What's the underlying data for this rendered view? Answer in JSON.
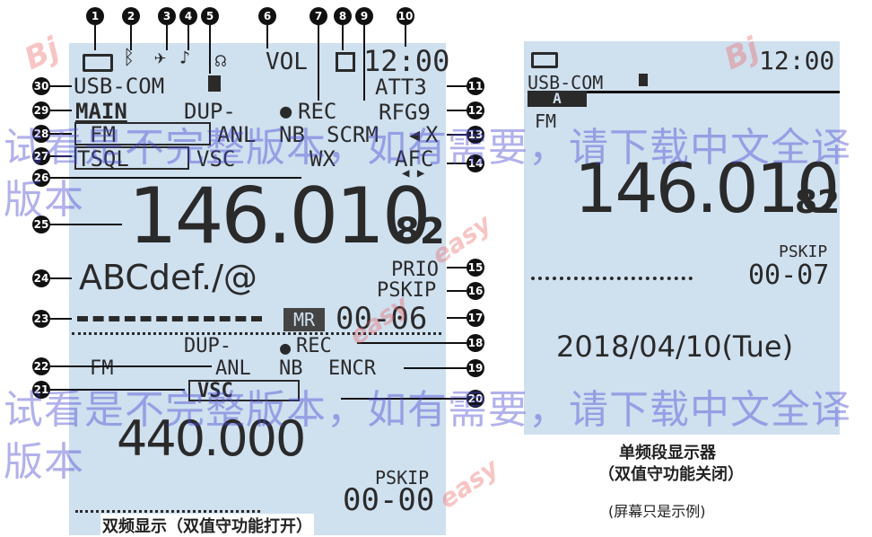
{
  "dual": {
    "status_bar": {
      "battery_icon": "battery-icon",
      "bluetooth_icon": "bluetooth-icon",
      "gps_icon": "gps-icon",
      "sound_icon": "sound-icon",
      "sd_icon": "sd-card-icon",
      "vol_icon": "headphone-icon",
      "vol": "VOL",
      "timer_icon": "timer-icon",
      "time": "12:00"
    },
    "usb": "USB-COM",
    "att": "ATT3",
    "main": "MAIN",
    "dup_top": "DUP-",
    "rec_top": "REC",
    "rfg": "RFG9",
    "mode_top": "FM",
    "anl_top": "ANL",
    "nb_top": "NB",
    "scrm": "SCRM",
    "mute": "X",
    "tsql": "TSQL",
    "vsc_top": "VSC",
    "wx": "WX",
    "afc": "AFC",
    "afc_arrows": "◀ ▶",
    "freq_main": "146.010",
    "freq_sub_digits": "82",
    "name": "ABCdef./@",
    "prio": "PRIO",
    "pskip_top": "PSKIP",
    "mr": "MR",
    "channel": "00-06",
    "dup_bottom": "DUP-",
    "rec_bottom": "REC",
    "mode_bottom": "FM",
    "anl_bottom": "ANL",
    "nb_bottom": "NB",
    "encr": "ENCR",
    "vsc_bottom": "VSC",
    "freq_bottom": "440.000",
    "pskip_bottom": "PSKIP",
    "channel_bottom": "00-00",
    "caption": "双频显示（双值守功能打开）"
  },
  "single": {
    "battery_icon": "battery-icon",
    "time": "12:00",
    "usb": "USB-COM",
    "sd_icon": "sd-card-icon",
    "band": "A",
    "mode": "FM",
    "freq_main": "146.010",
    "freq_sub_digits": "82",
    "pskip": "PSKIP",
    "channel": "00-07",
    "date": "2018/04/10(Tue)",
    "caption_line1": "单频段显示器",
    "caption_line2": "（双值守功能关闭）",
    "caption_note": "(屏幕只是示例)"
  },
  "callouts": [
    "1",
    "2",
    "3",
    "4",
    "5",
    "6",
    "7",
    "8",
    "9",
    "10",
    "11",
    "12",
    "13",
    "14",
    "15",
    "16",
    "17",
    "18",
    "19",
    "20",
    "21",
    "22",
    "23",
    "24",
    "25",
    "26",
    "27",
    "28",
    "29",
    "30"
  ],
  "watermark": {
    "line1": "试看是不完整版本，如有需要，请下载中文全译",
    "line2": "版本",
    "logo": "Bj",
    "logo_sub": "easy"
  }
}
